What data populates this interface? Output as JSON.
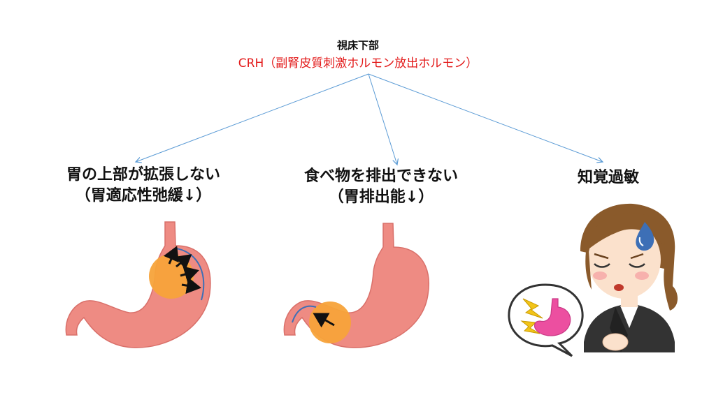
{
  "header": {
    "title": "視床下部",
    "subtitle": "CRH（副腎皮質刺激ホルモン放出ホルモン）"
  },
  "branches": [
    {
      "title": "胃の上部が拡張しない",
      "subtitle": "（胃適応性弛緩↓）"
    },
    {
      "title": "食べ物を排出できない",
      "subtitle": "（胃排出能↓）"
    },
    {
      "title": "知覚過敏"
    }
  ],
  "colors": {
    "accent_red": "#e31b1b",
    "arrow_line": "#5b9bd5",
    "stomach": "#ee8b83",
    "stomach_dark": "#d9706a",
    "highlight_orange": "#f7a33a",
    "pain_pink": "#ec4fa0",
    "suit": "#333333",
    "hair": "#8a5a2b",
    "skin": "#fbe1cc",
    "sweat": "#3d6fb6"
  },
  "icons": [
    "stomach-illustration",
    "stomach-illustration",
    "woman-stomach-ache-illustration",
    "lightning-icon",
    "sweat-drop-icon"
  ]
}
